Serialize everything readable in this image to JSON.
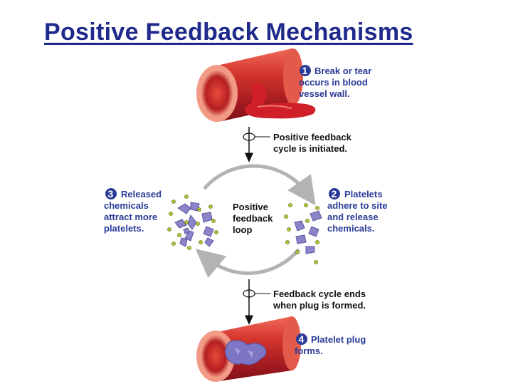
{
  "title": "Positive Feedback Mechanisms",
  "center_label": [
    "Positive",
    "feedback",
    "loop"
  ],
  "steps": [
    {
      "number": "1",
      "lines": [
        "Break or tear",
        "occurs in blood",
        "vessel wall."
      ]
    },
    {
      "number": "2",
      "lines": [
        "Platelets",
        "adhere to site",
        "and release",
        "chemicals."
      ]
    },
    {
      "number": "3",
      "lines": [
        "Released",
        "chemicals",
        "attract more",
        "platelets."
      ]
    },
    {
      "number": "4",
      "lines": [
        "Platelet plug",
        "forms."
      ]
    }
  ],
  "notes": {
    "initiated": [
      "Positive feedback",
      "cycle is initiated."
    ],
    "ends": [
      "Feedback cycle ends",
      "when plug is formed."
    ]
  },
  "colors": {
    "title": "#1f2a8c",
    "step_text": "#2a3b97",
    "vessel": "#c0242b",
    "blood": "#d11f2a",
    "platelet": "#8a84c8",
    "chemical": "#b9c23a",
    "loop_arrow": "#b3b3b3"
  }
}
